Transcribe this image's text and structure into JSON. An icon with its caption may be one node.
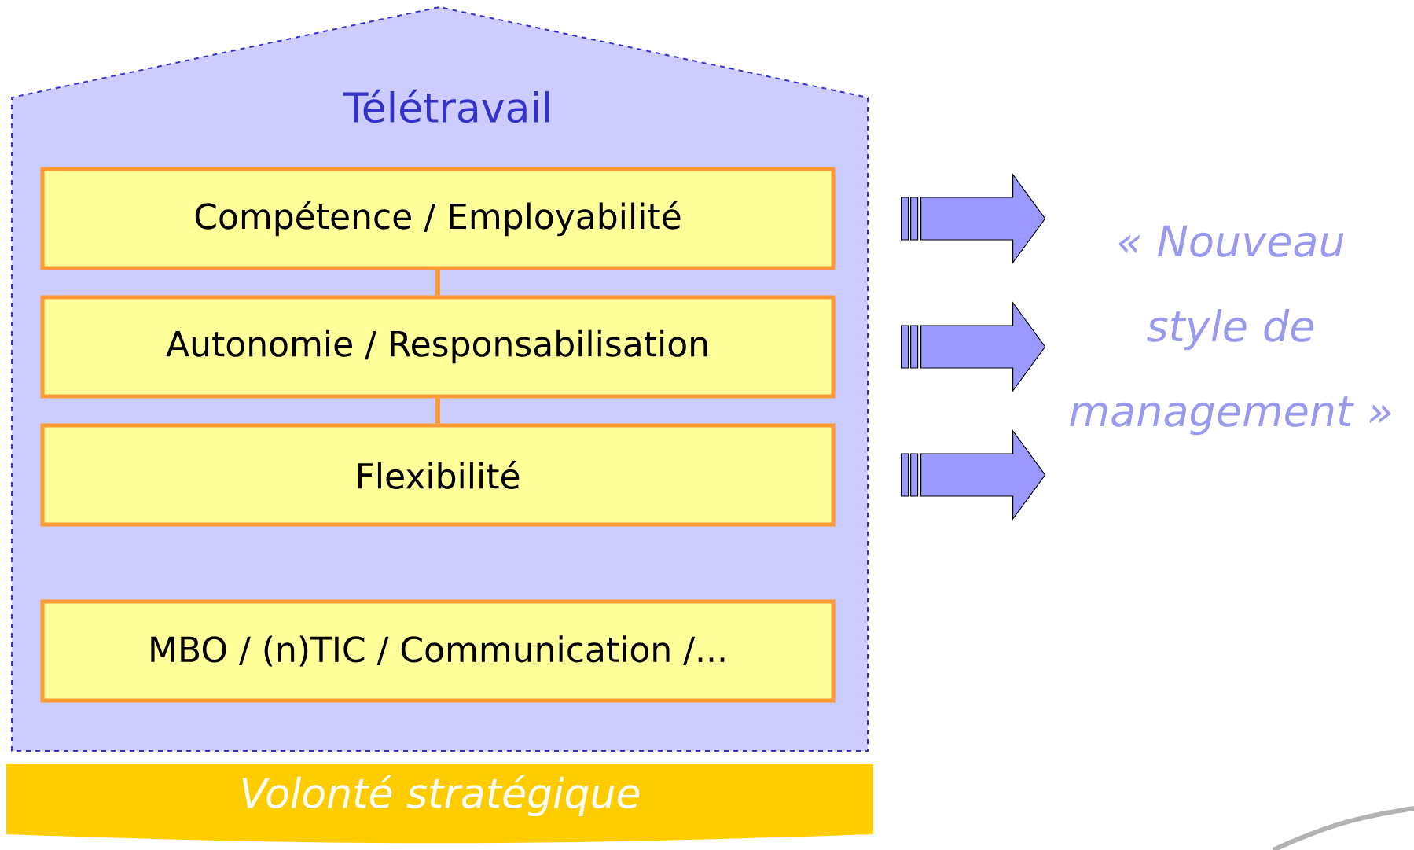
{
  "diagram": {
    "nodes": [
      {
        "text": [
          "Télétravail"
        ]
      },
      {
        "text": [
          "Compétence / Employabilité"
        ],
        "in": 0
      },
      {
        "text": [
          "Autonomie / Responsabilisation"
        ],
        "in": 0
      },
      {
        "text": [
          "Flexibilité"
        ],
        "in": 0
      },
      {
        "text": [
          "MBO / (n)TIC / Communication /..."
        ],
        "in": 0
      },
      {
        "text": [
          "Volonté stratégique"
        ]
      },
      {
        "text": [
          "« Nouveau style de management »"
        ]
      }
    ],
    "edges": [
      {
        "from": 1,
        "to": 2,
        "arrow": "none",
        "color": "#ff9933"
      },
      {
        "from": 2,
        "to": 3,
        "arrow": "none",
        "color": "#ff9933"
      },
      {
        "from": 1,
        "to": 6,
        "arrow": "to"
      },
      {
        "from": 2,
        "to": 6,
        "arrow": "to"
      },
      {
        "from": 3,
        "to": 6,
        "arrow": "to"
      }
    ]
  }
}
